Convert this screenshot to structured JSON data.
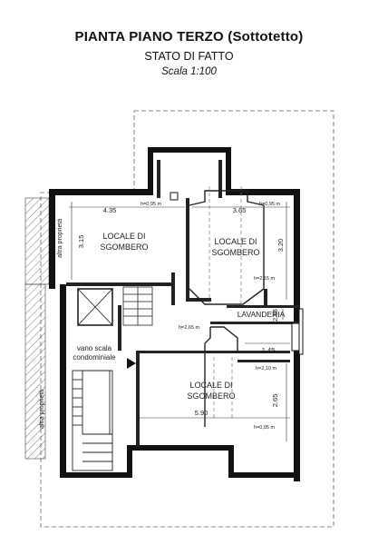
{
  "header": {
    "title": "PIANTA PIANO TERZO (Sottotetto)",
    "subtitle": "STATO DI FATTO",
    "scale": "Scala 1:100"
  },
  "rooms": {
    "room1": [
      "LOCALE DI",
      "SGOMBERO"
    ],
    "room2": [
      "LOCALE DI",
      "SGOMBERO"
    ],
    "room3": [
      "LOCALE DI",
      "SGOMBERO"
    ],
    "laundry": "LAVANDERIA",
    "stair": [
      "vano scala",
      "condominiale"
    ]
  },
  "neighbors": {
    "top": "altra proprietà",
    "bottom": "altra proprietà"
  },
  "dimensions": {
    "d435": "4.35",
    "d365": "3.65",
    "d315": "3.15",
    "d320": "3.20",
    "d288": "2.88",
    "d145": "1.45",
    "d265": "2.65",
    "d590": "5.90"
  },
  "heights": {
    "h1": "h=0,95 m",
    "h2": "h=0,95 m",
    "h3": "h=2,15 m",
    "h4": "h=2,65 m",
    "h5": "h=2,10 m",
    "h6": "h=0,95 m"
  }
}
